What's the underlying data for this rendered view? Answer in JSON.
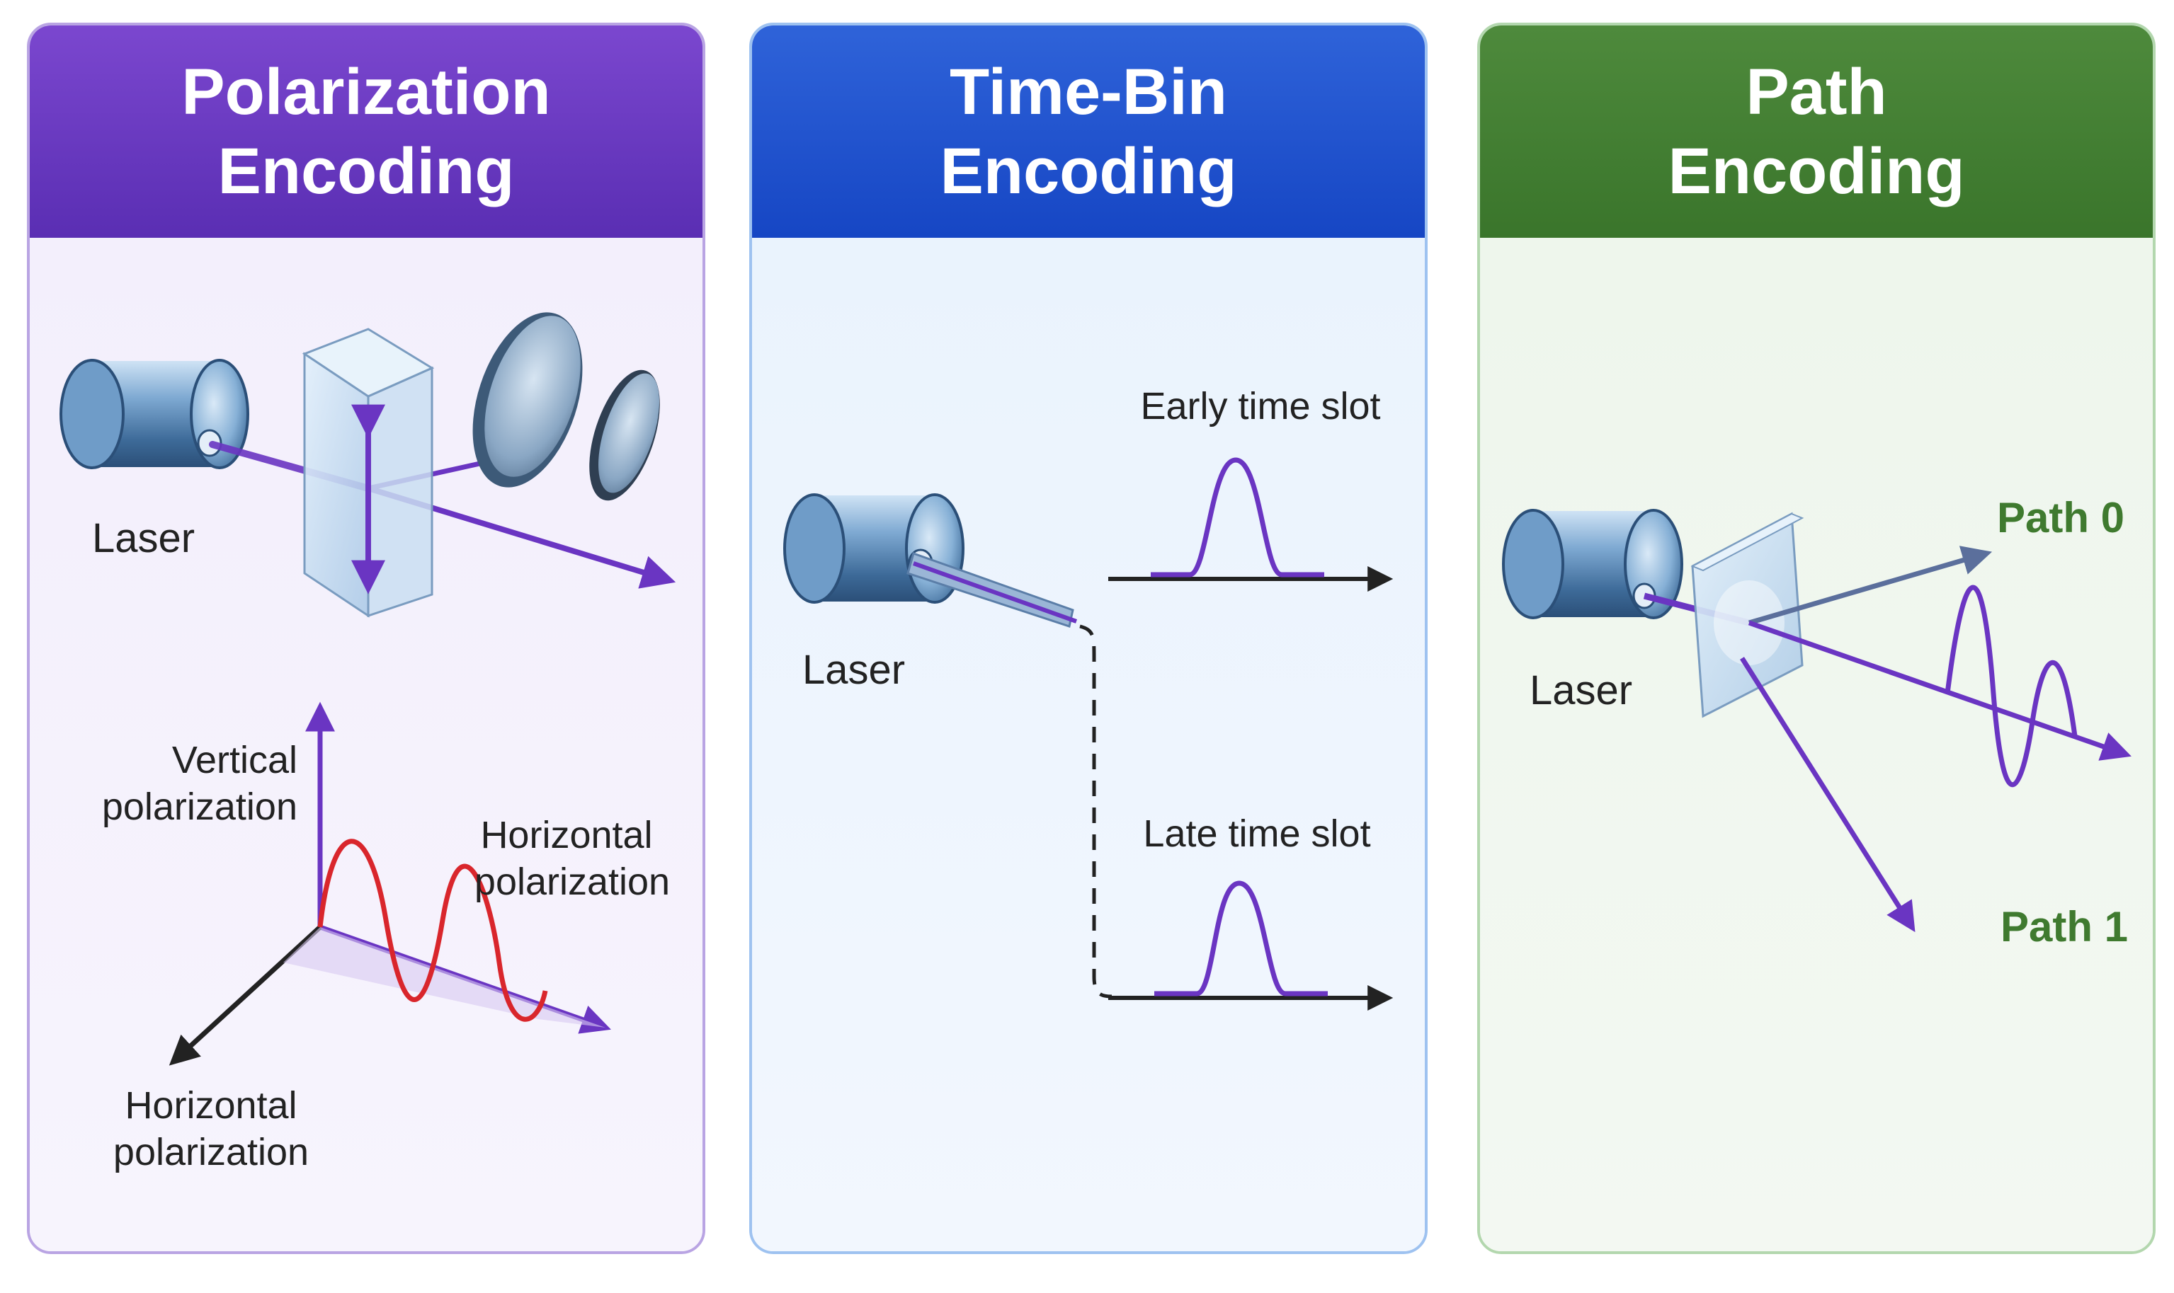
{
  "panels": [
    {
      "title_line1": "Polarization",
      "title_line2": "Encoding",
      "labels": {
        "laser": "Laser",
        "vertical_line1": "Vertical",
        "vertical_line2": "polarization",
        "horizontal_right_line1": "Horizontal",
        "horizontal_right_line2": "polarization",
        "horizontal_bottom_line1": "Horizontal",
        "horizontal_bottom_line2": "polarization"
      },
      "accent": "#6a35c2"
    },
    {
      "title_line1": "Time-Bin",
      "title_line2": "Encoding",
      "labels": {
        "laser": "Laser",
        "early": "Early time slot",
        "late": "Late time slot"
      },
      "accent": "#1c4fca"
    },
    {
      "title_line1": "Path",
      "title_line2": "Encoding",
      "labels": {
        "laser": "Laser",
        "path0": "Path 0",
        "path1": "Path 1"
      },
      "accent": "#3f7a2f"
    }
  ],
  "colors": {
    "beam": "#6a35c2",
    "wave_red": "#d9262c",
    "path_label_green": "#3f7a2f",
    "axis_dark": "#222222"
  }
}
